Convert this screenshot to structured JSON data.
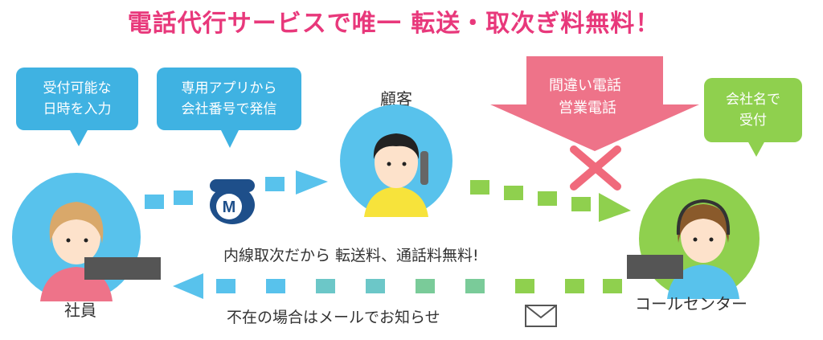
{
  "title": "電話代行サービスで唯一 転送・取次ぎ料無料！",
  "bubbles": {
    "employee_input": [
      "受付可能な",
      "日時を入力"
    ],
    "app_call": [
      "専用アプリから",
      "会社番号で発信"
    ],
    "wrong_call": [
      "間違い電話",
      "営業電話"
    ],
    "receive": [
      "会社名で",
      "受付"
    ]
  },
  "labels": {
    "customer": "顧客",
    "employee": "社員",
    "call_center": "コールセンター",
    "free_transfer": "内線取次だから 転送料、通話料無料!",
    "absence_mail": "不在の場合はメールでお知らせ"
  },
  "colors": {
    "title": "#e8387b",
    "blue": "#3fb2e2",
    "green": "#8fd04e",
    "pink": "#ee7389",
    "cross": "#f06a7c"
  },
  "icons": [
    "phone-m-icon",
    "mail-icon",
    "cross-icon"
  ]
}
